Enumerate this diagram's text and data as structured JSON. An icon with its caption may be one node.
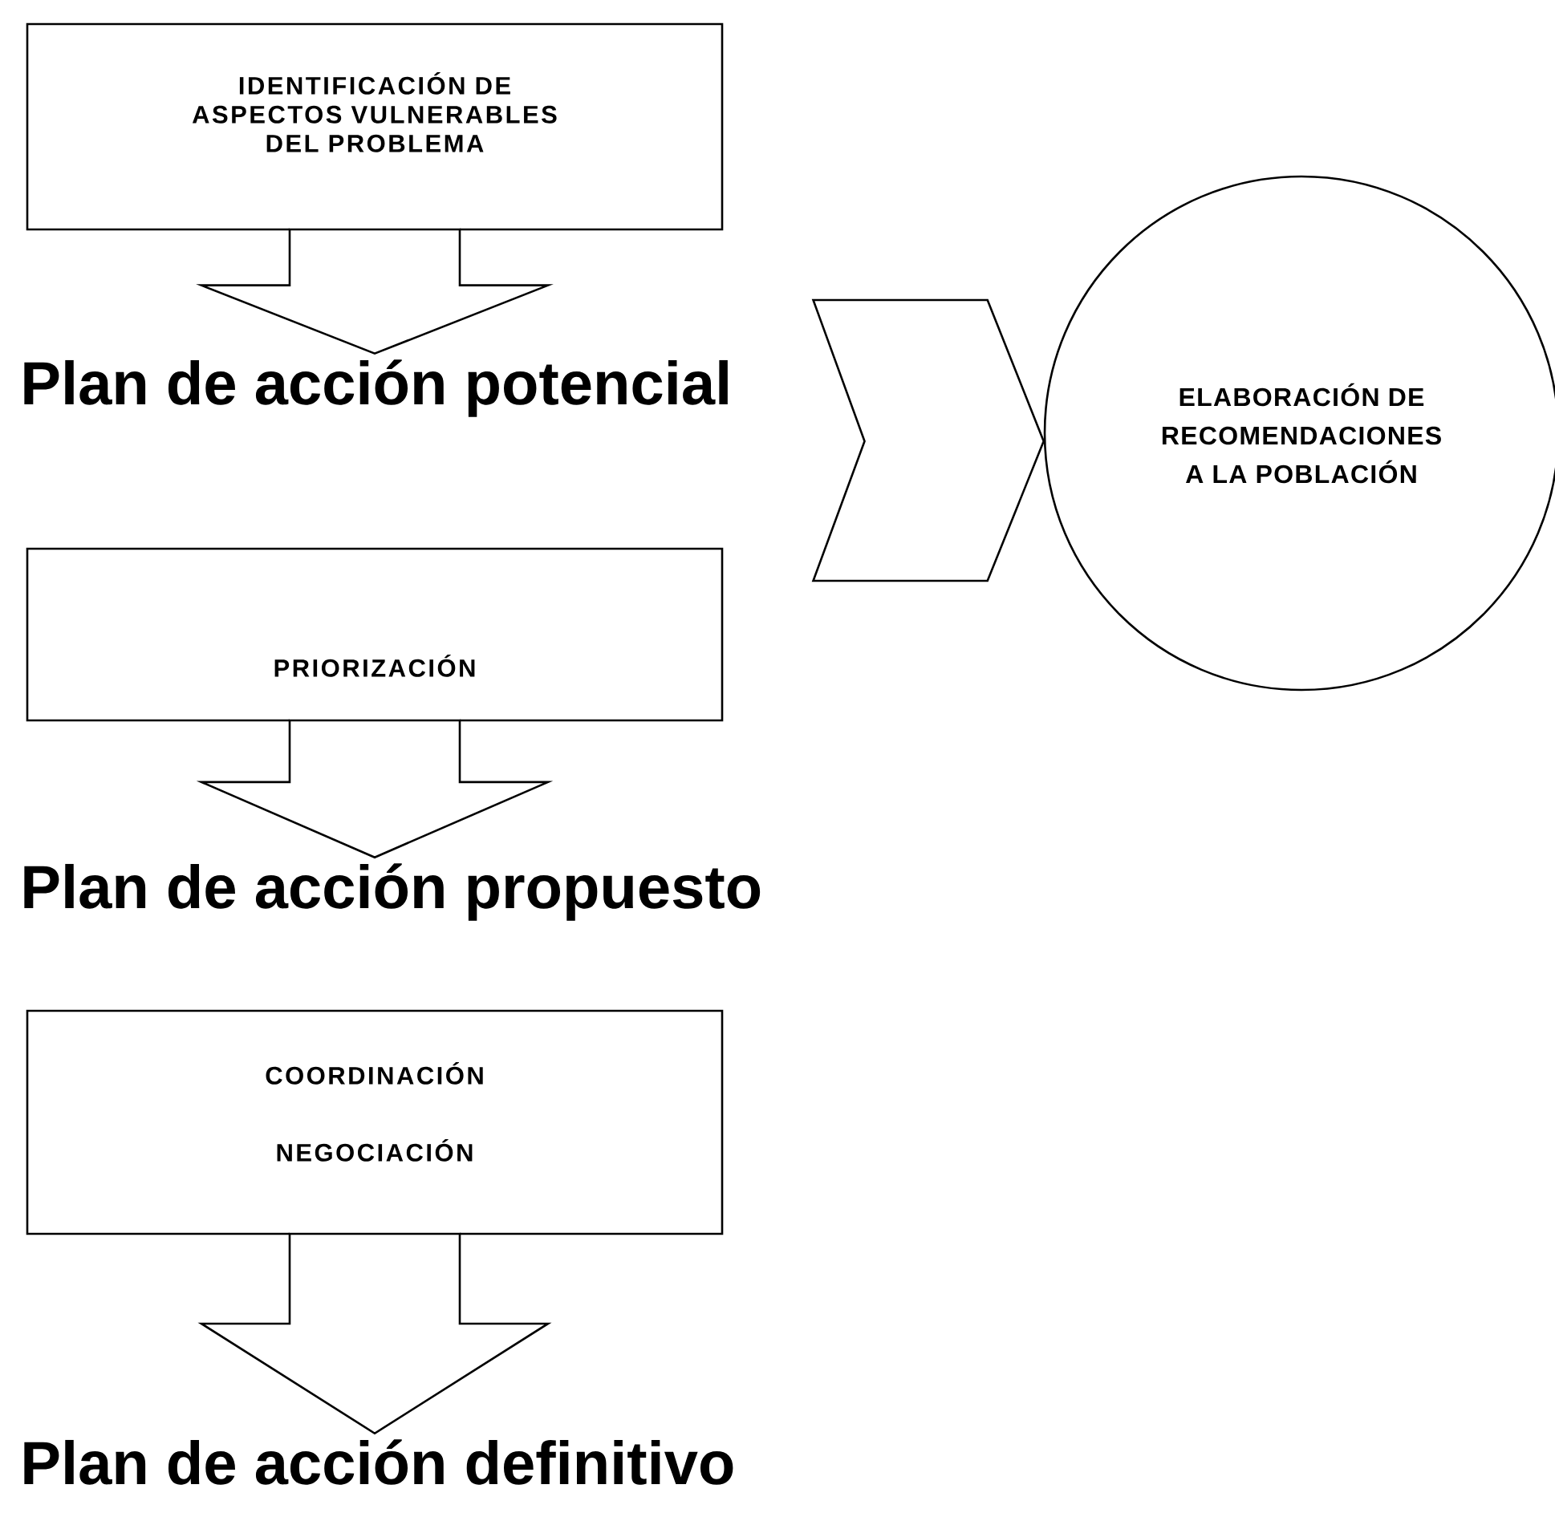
{
  "diagram": {
    "nodes": [
      {
        "text": [
          "IDENTIFICACIÓN DE ASPECTOS VULNERABLES DEL PROBLEMA"
        ]
      },
      {
        "text": [
          "Plan de acción potencial"
        ]
      },
      {
        "text": [
          "ELABORACIÓN DE RECOMENDACIONES A LA POBLACIÓN"
        ]
      },
      {
        "text": [
          "PRIORIZACIÓN"
        ]
      },
      {
        "text": [
          "Plan de acción propuesto"
        ]
      },
      {
        "text": [
          "COORDINACIÓN",
          "NEGOCIACIÓN"
        ]
      },
      {
        "text": [
          "Plan de acción definitivo"
        ]
      }
    ],
    "edges": [
      {
        "from": 0,
        "to": 1,
        "arrow": "to"
      },
      {
        "from": 1,
        "to": 2,
        "arrow": "to"
      },
      {
        "from": 3,
        "to": 4,
        "arrow": "to"
      },
      {
        "from": 5,
        "to": 6,
        "arrow": "to"
      }
    ]
  }
}
